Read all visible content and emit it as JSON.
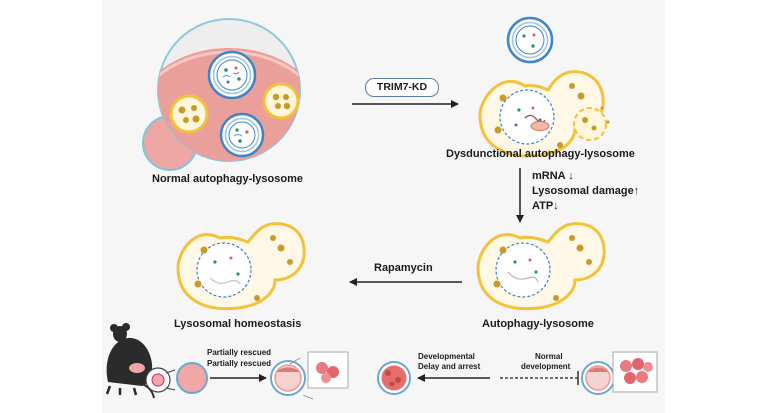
{
  "labels": {
    "normal": "Normal autophagy-lysosome",
    "dysfunctional": "Dysdunctional autophagy-lysosome",
    "autophagy": "Autophagy-lysosome",
    "homeostasis": "Lysosomal homeostasis"
  },
  "arrows": {
    "trim7": "TRIM7-KD",
    "rapamycin": "Rapamycin"
  },
  "effects": [
    "mRNA ↓",
    "Lysosomal damage↑",
    "ATP↓"
  ],
  "bottom_left": {
    "line1": "Partially rescued",
    "line2": "Partially rescued"
  },
  "bottom_right": {
    "delay_line1": "Developmental",
    "delay_line2": "Delay and arrest",
    "normal_line1": "Normal",
    "normal_line2": "development"
  },
  "colors": {
    "cytoplasm": "#efa7a3",
    "membrane": "#f2c23a",
    "autophagosome": "#3f84c4",
    "arrow": "#222222",
    "pill_border": "#5a7fa8"
  }
}
